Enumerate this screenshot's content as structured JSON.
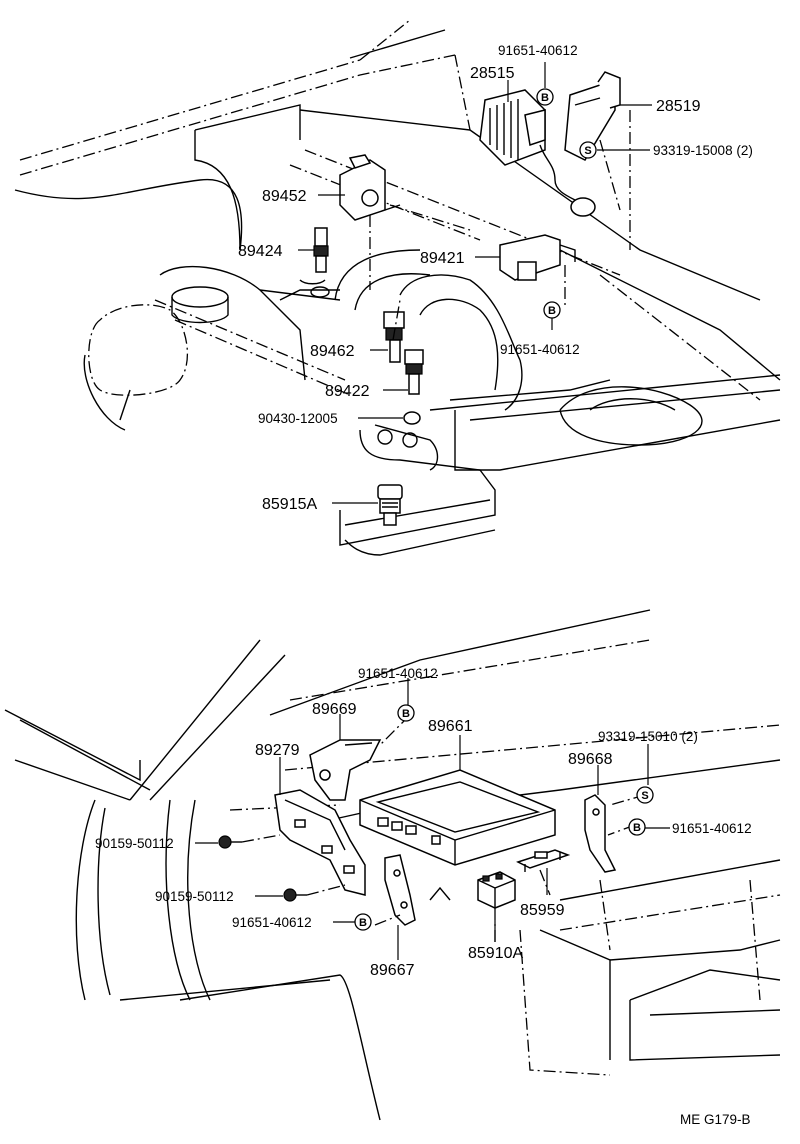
{
  "labels": {
    "p1": "91651-40612",
    "p2": "28515",
    "p3": "28519",
    "p4": "93319-15008 (2)",
    "p5": "89452",
    "p6": "89424",
    "p7": "89421",
    "p8": "91651-40612",
    "p9": "89462",
    "p10": "89422",
    "p11": "90430-12005",
    "p12": "85915A",
    "p13": "91651-40612",
    "p14": "89669",
    "p15": "89661",
    "p16": "89279",
    "p17": "93319-15010 (2)",
    "p18": "89668",
    "p19": "91651-40612",
    "p20": "90159-50112",
    "p21": "90159-50112",
    "p22": "91651-40612",
    "p23": "85959",
    "p24": "85910A",
    "p25": "89667"
  },
  "symbols": {
    "bolt": "B",
    "screw": "S"
  },
  "figure_code": "ME G179-B"
}
